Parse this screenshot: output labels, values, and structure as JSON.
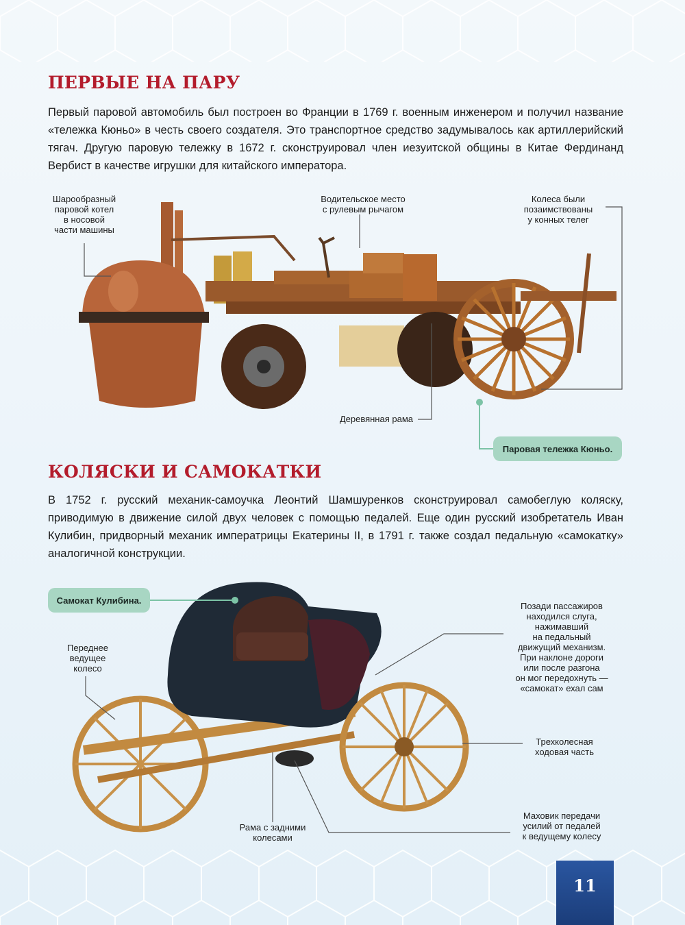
{
  "section1": {
    "title": "ПЕРВЫЕ НА ПАРУ",
    "paragraph": "Первый паровой автомобиль был построен во Франции в 1769 г. военным инженером и получил название «тележка Кюньо» в честь своего создателя. Это транспортное средство задумывалось как артиллерийский тягач. Другую паровую тележку в 1672 г. сконструировал член иезуитской общины в Китае Фердинанд Вербист в качестве игрушки для китайского императора.",
    "labels": {
      "boiler": "Шарообразный\nпаровой котел\nв носовой\nчасти машины",
      "driver_seat": "Водительское место\nс рулевым рычагом",
      "wheels": "Колеса были\nпозаимствованы\nу конных телег",
      "frame": "Деревянная рама"
    },
    "caption": "Паровая тележка Кюньо."
  },
  "section2": {
    "title": "КОЛЯСКИ И САМОКАТКИ",
    "paragraph": "В 1752 г. русский механик-самоучка Леонтий Шамшуренков сконструировал самобеглую коляску, приводимую в движение силой двух человек с помощью педалей. Еще один русский изобретатель Иван Кулибин, придворный механик императрицы Екатерины II, в 1791 г. также создал педальную «самокатку» аналогичной конструкции.",
    "caption": "Самокат Кулибина.",
    "labels": {
      "front_wheel": "Переднее\nведущее\nколесо",
      "servant": "Позади пассажиров\nнаходился слуга,\nнажимавший\nна педальный\nдвижущий механизм.\nПри наклоне дороги\nили после разгона\nон мог передохнуть —\n«самокат» ехал сам",
      "chassis": "Трехколесная\nходовая часть",
      "flywheel": "Маховик передачи\nусилий от педалей\nк ведущему колесу",
      "rear_frame": "Рама с задними\nколесами"
    }
  },
  "page_number": "11",
  "colors": {
    "heading": "#b31c2c",
    "caption_bg": "#a8d6c3",
    "page_badge": "#2a56a0",
    "leader_line": "#555555",
    "caption_leader": "#7cc3a6"
  }
}
